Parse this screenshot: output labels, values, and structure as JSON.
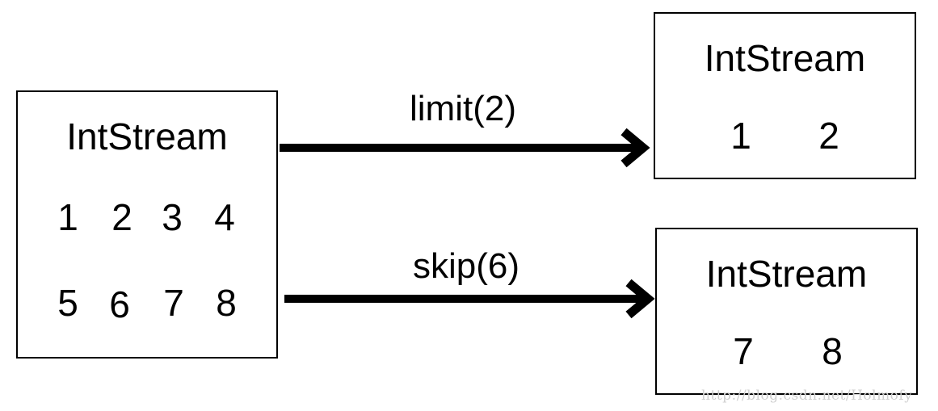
{
  "source": {
    "title": "IntStream",
    "row1": [
      "1",
      "2",
      "3",
      "4"
    ],
    "row2": [
      "5",
      "6",
      "7",
      "8"
    ]
  },
  "operations": [
    {
      "label": "limit(2)",
      "result": {
        "title": "IntStream",
        "values": [
          "1",
          "2"
        ]
      }
    },
    {
      "label": "skip(6)",
      "result": {
        "title": "IntStream",
        "values": [
          "7",
          "8"
        ]
      }
    }
  ],
  "watermark": "http://blog.csdn.net/Holmofy",
  "colors": {
    "stroke": "#000000",
    "background": "#ffffff",
    "watermark": "#cfcfcf"
  }
}
